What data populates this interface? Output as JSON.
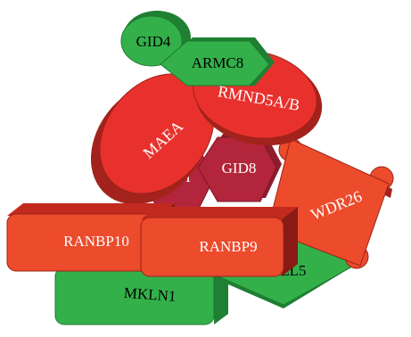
{
  "diagram": {
    "components": {
      "gid4": {
        "label": "GID4",
        "color": "#33b04a"
      },
      "armc8": {
        "label": "ARMC8",
        "color": "#33b04a"
      },
      "rmnd5ab": {
        "label": "RMND5A/B",
        "color": "#e8312d"
      },
      "maea": {
        "label": "MAEA",
        "color": "#e8312d"
      },
      "gid8_back": {
        "label": "GI",
        "color": "#b3253a"
      },
      "gid8": {
        "label": "GID8",
        "color": "#b3253a"
      },
      "wdr26": {
        "label": "WDR26",
        "color": "#ec4b2c"
      },
      "ranbp10": {
        "label": "RANBP10",
        "color": "#ec4b2c"
      },
      "ranbp9": {
        "label": "RANBP9",
        "color": "#ec4b2c"
      },
      "ypel5": {
        "label": "YPEL5",
        "color": "#33b04a"
      },
      "mkln1": {
        "label": "MKLN1",
        "color": "#33b04a"
      }
    }
  }
}
